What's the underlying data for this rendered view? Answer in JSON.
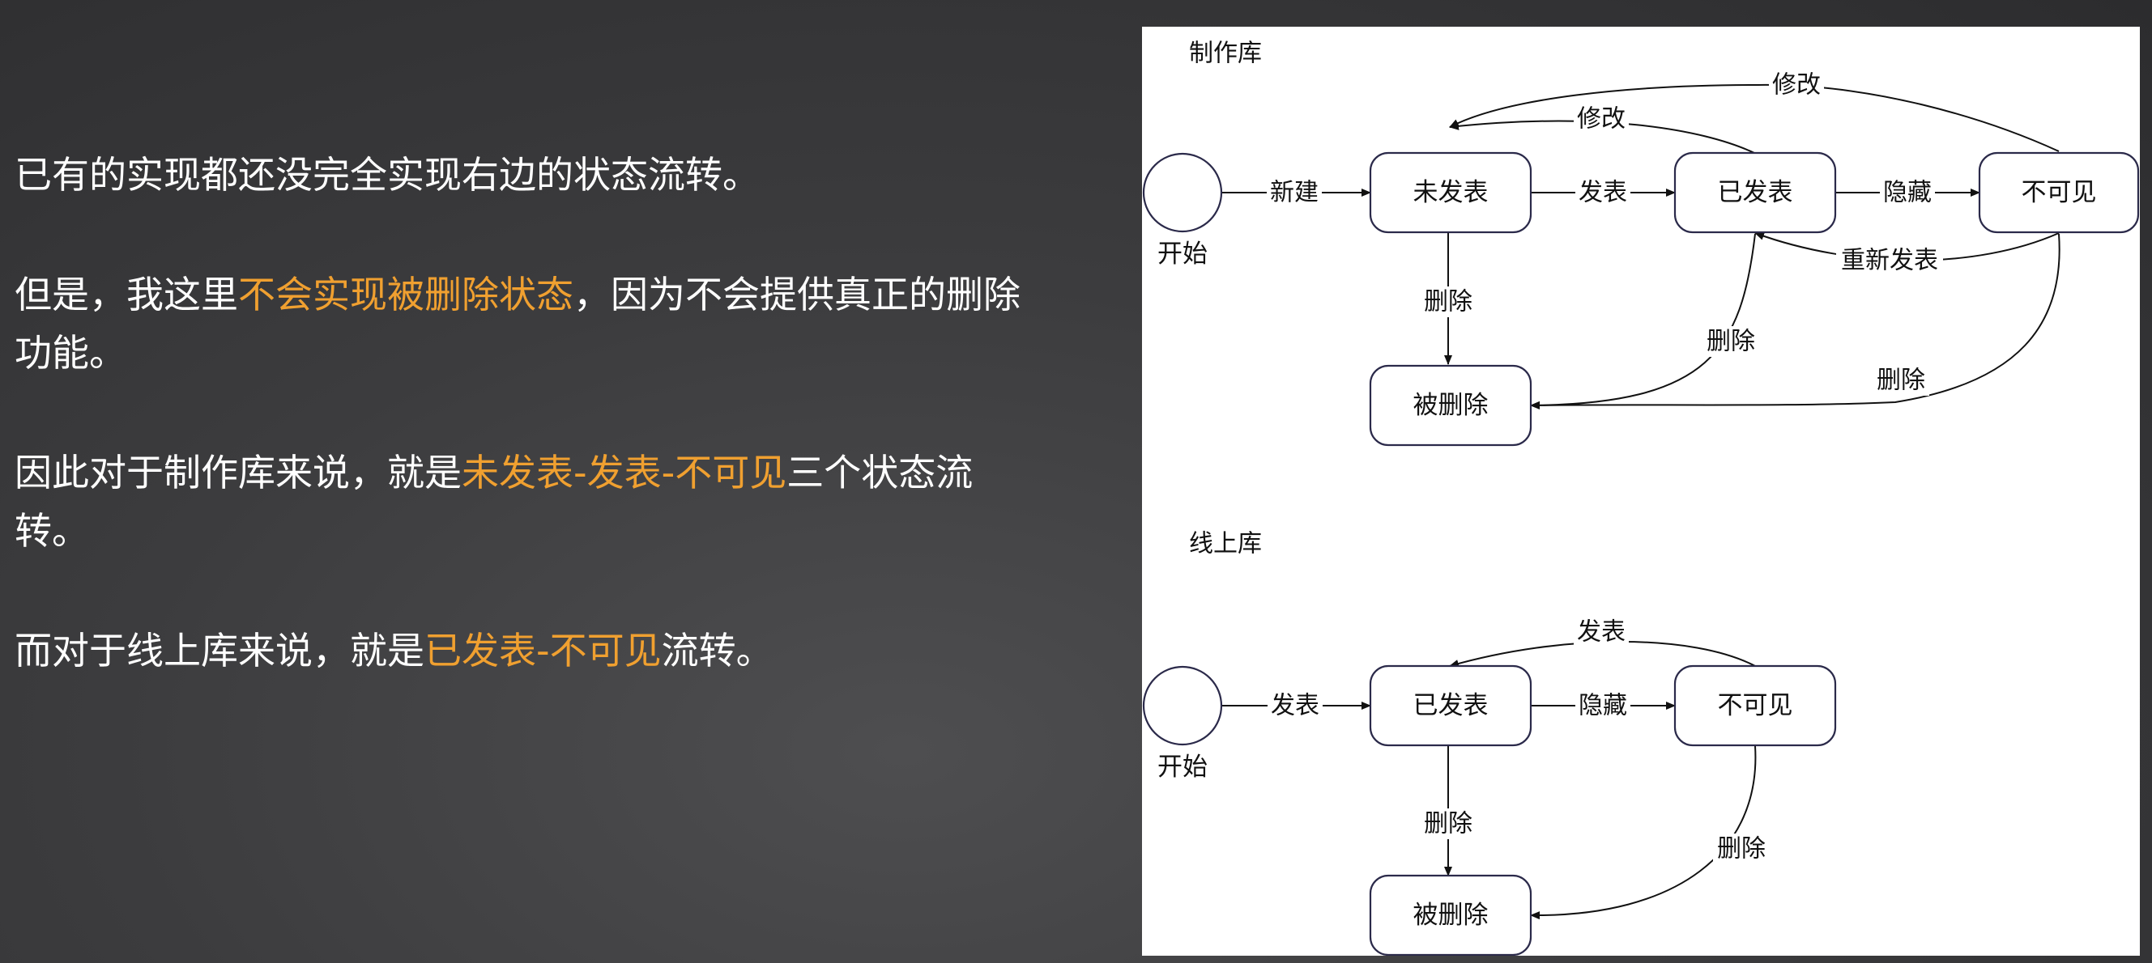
{
  "slide": {
    "paragraphs": [
      {
        "segments": [
          {
            "text": "已有的实现都还没完全实现右边的状态流转。",
            "highlight": false
          }
        ]
      },
      {
        "segments": [
          {
            "text": "但是，我这里",
            "highlight": false
          },
          {
            "text": "不会实现被删除状态",
            "highlight": true
          },
          {
            "text": "，因为不会提供真正的删除功能。",
            "highlight": false
          }
        ]
      },
      {
        "segments": [
          {
            "text": "因此对于制作库来说，就是",
            "highlight": false
          },
          {
            "text": "未发表-发表-不可见",
            "highlight": true
          },
          {
            "text": "三个状态流转。",
            "highlight": false
          }
        ]
      },
      {
        "segments": [
          {
            "text": "而对于线上库来说，就是",
            "highlight": false
          },
          {
            "text": "已发表-不可见",
            "highlight": true
          },
          {
            "text": "流转。",
            "highlight": false
          }
        ]
      }
    ],
    "colors": {
      "text": "#ffffff",
      "highlight": "#f0a030"
    }
  },
  "diagram": {
    "production": {
      "title": "制作库",
      "start_label": "开始",
      "states": {
        "draft": "未发表",
        "published": "已发表",
        "hidden": "不可见",
        "deleted": "被删除"
      },
      "transitions": {
        "create": "新建",
        "publish": "发表",
        "hide": "隐藏",
        "edit_from_published": "修改",
        "edit_from_hidden": "修改",
        "republish": "重新发表",
        "delete_from_draft": "删除",
        "delete_from_published": "删除",
        "delete_from_hidden": "删除"
      }
    },
    "online": {
      "title": "线上库",
      "start_label": "开始",
      "states": {
        "published": "已发表",
        "hidden": "不可见",
        "deleted": "被删除"
      },
      "transitions": {
        "publish": "发表",
        "hide": "隐藏",
        "republish": "发表",
        "delete_from_published": "删除",
        "delete_from_hidden": "删除"
      }
    }
  }
}
